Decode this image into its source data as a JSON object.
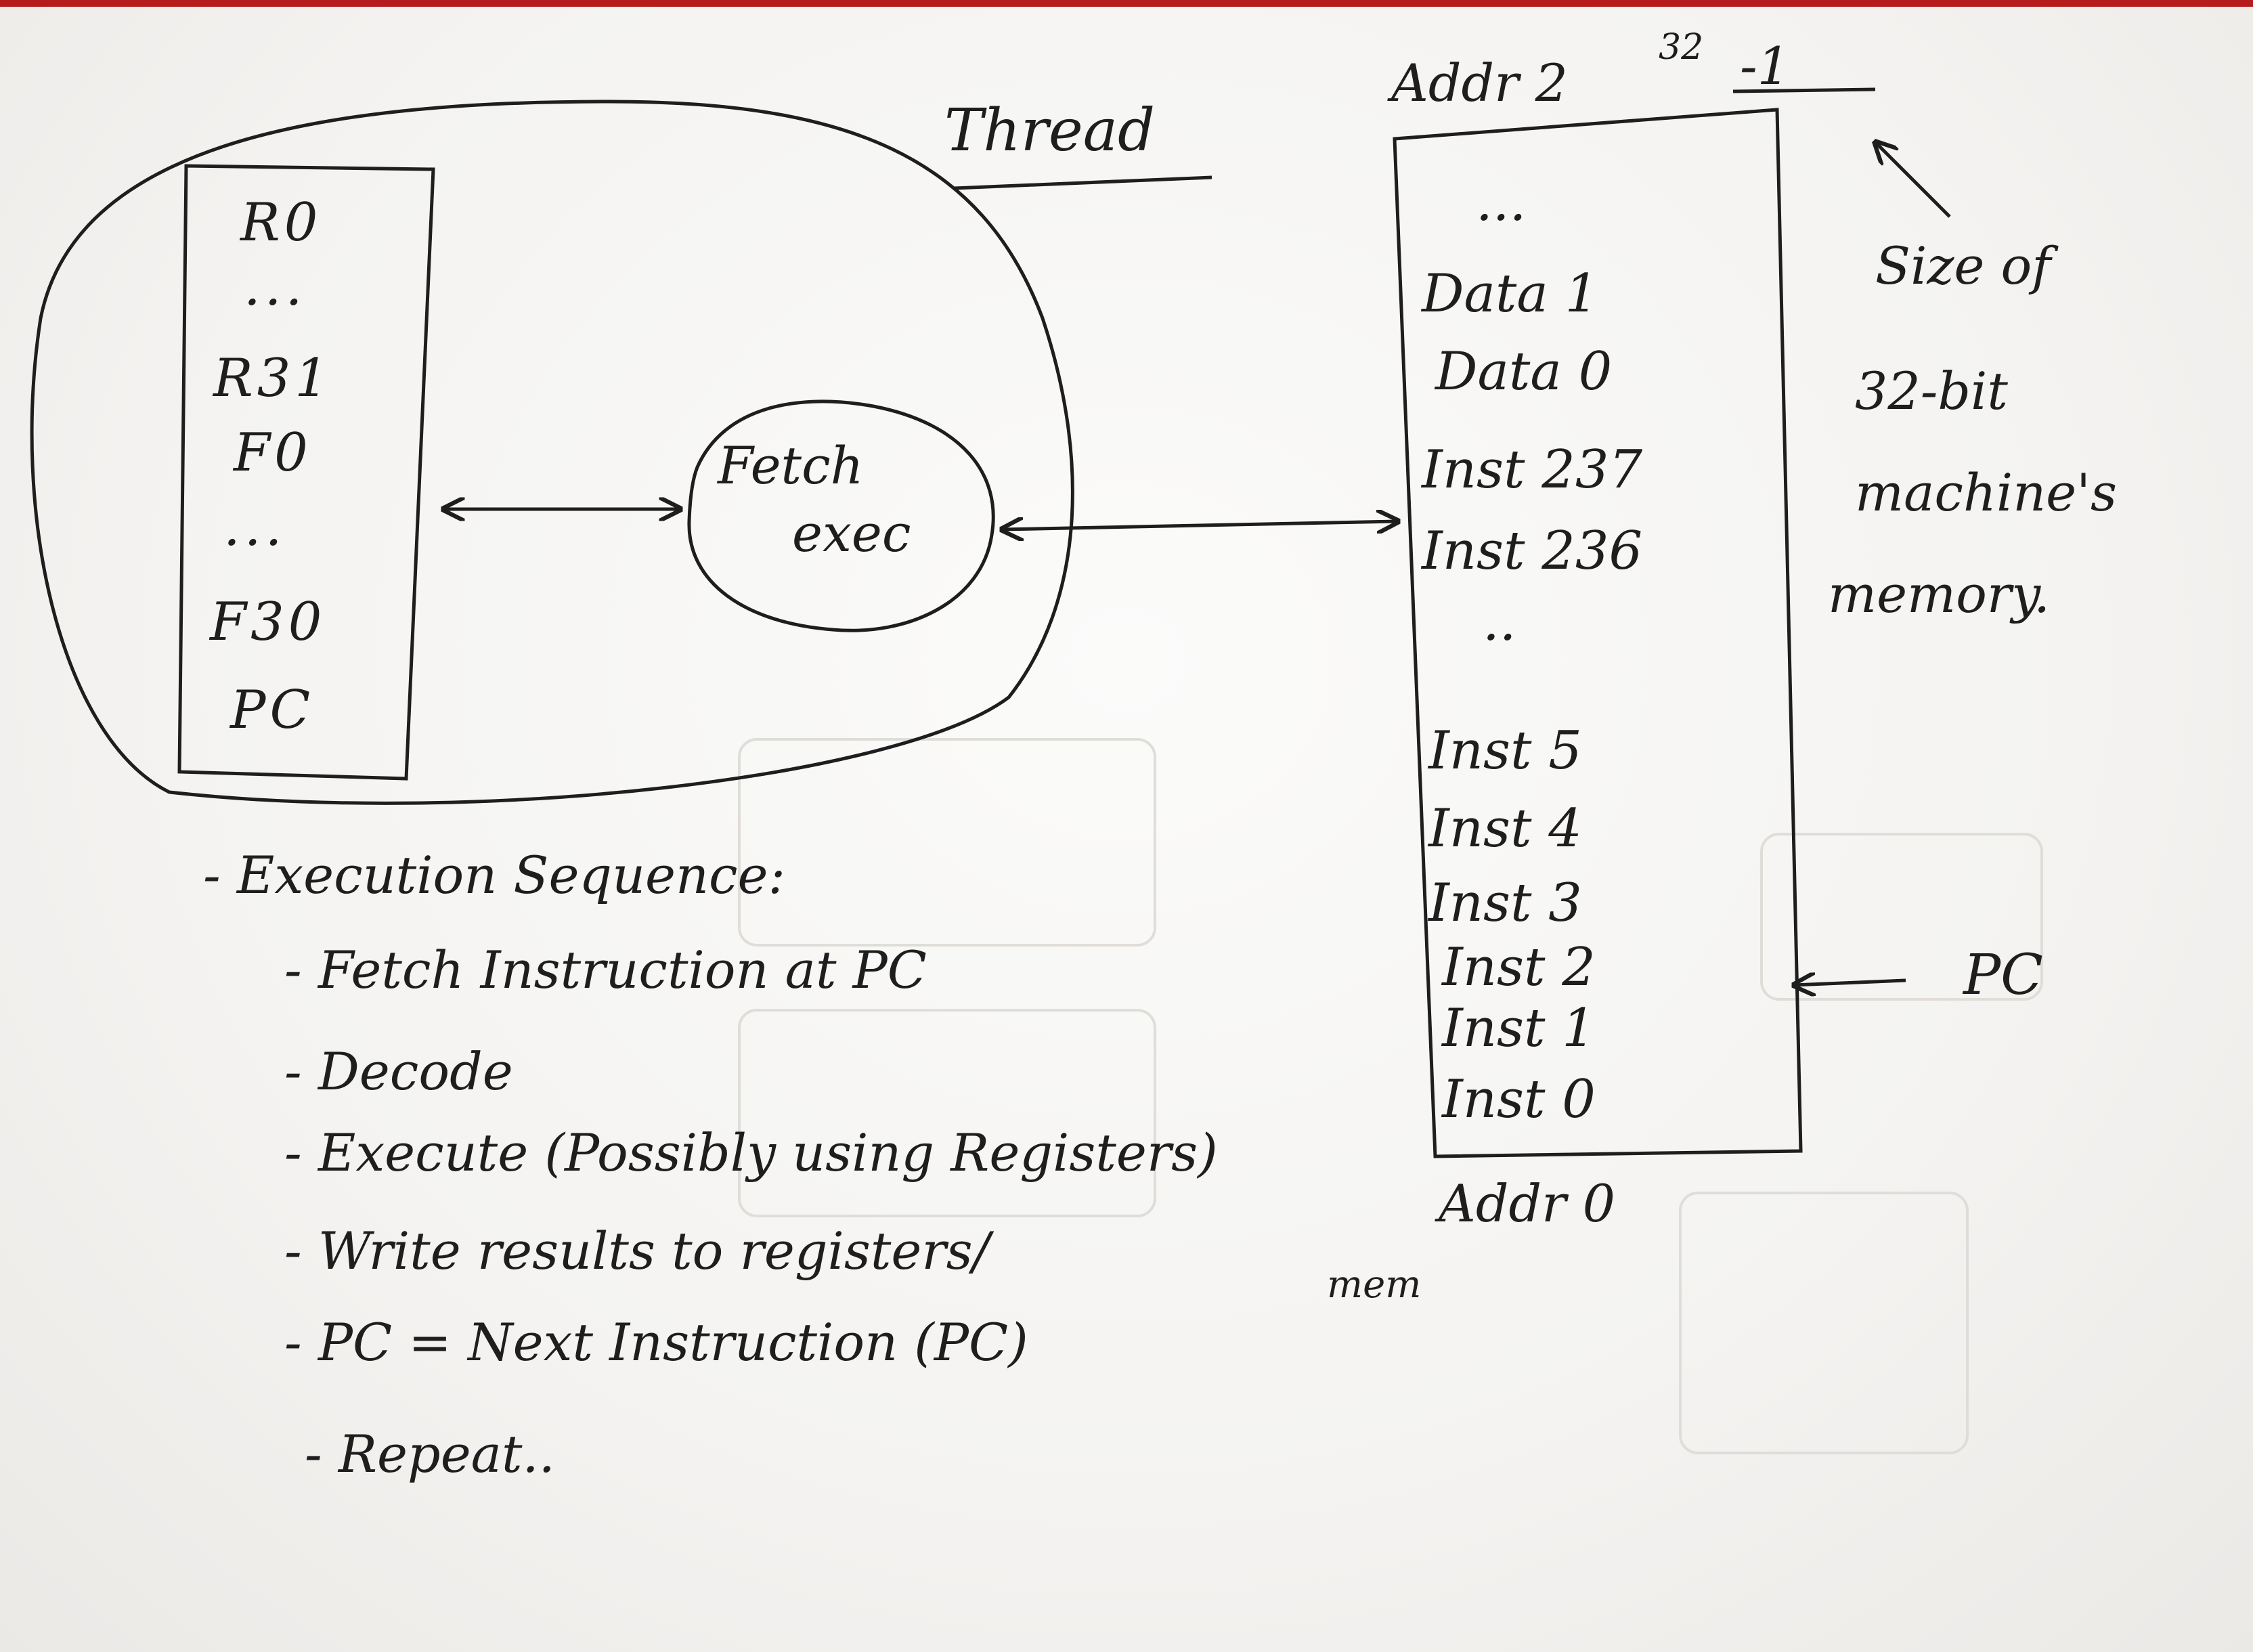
{
  "thread_label": "Thread",
  "registers": [
    "R0",
    "...",
    "R31",
    "F0",
    "...",
    "F30",
    "PC"
  ],
  "fetch_exec": {
    "line1": "Fetch",
    "line2": "exec"
  },
  "memory": {
    "top_address": "Addr 2",
    "top_address_exponent": "32",
    "top_address_suffix": "-1",
    "bottom_address": "Addr 0",
    "cells": [
      "...",
      "Data 1",
      "Data 0",
      "Inst 237",
      "Inst 236",
      "..",
      "Inst 5",
      "Inst 4",
      "Inst 3",
      "Inst 2",
      "Inst 1",
      "Inst 0"
    ]
  },
  "memory_note": [
    "Size of",
    "32-bit",
    "machine's",
    "memory."
  ],
  "pc_pointer_label": "PC",
  "execution_sequence": {
    "heading": "- Execution Sequence:",
    "steps": [
      "- Fetch Instruction at PC",
      "- Decode",
      "- Execute (Possibly using Registers)",
      "- Write results to registers/",
      "- PC = Next Instruction (PC)",
      "- Repeat.."
    ],
    "write_suffix": "mem"
  },
  "colors": {
    "ink": "#1e1e1e",
    "paper": "#f4f3f1",
    "edge_strip": "#b71c1c"
  }
}
